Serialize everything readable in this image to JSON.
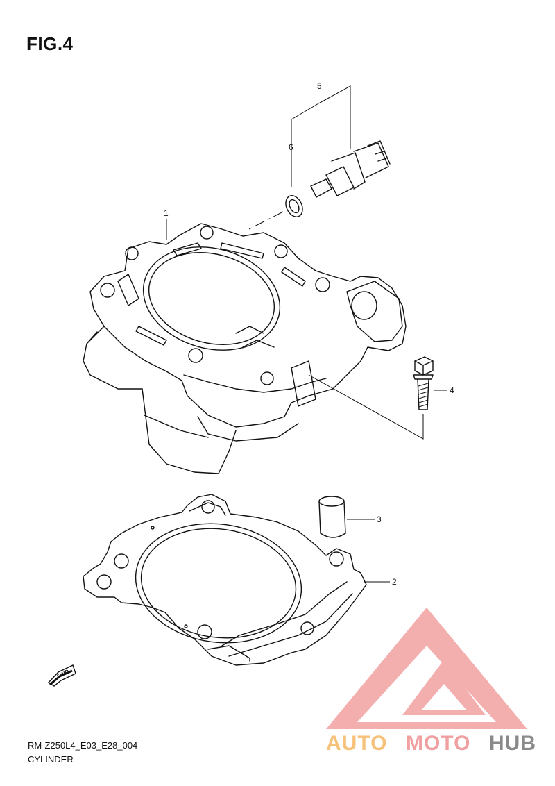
{
  "figure": {
    "title": "FIG.4"
  },
  "callouts": [
    {
      "id": "1",
      "label": "1"
    },
    {
      "id": "2",
      "label": "2"
    },
    {
      "id": "3",
      "label": "3"
    },
    {
      "id": "4",
      "label": "4"
    },
    {
      "id": "5",
      "label": "5"
    },
    {
      "id": "6",
      "label": "6"
    }
  ],
  "footer": {
    "code": "RM-Z250L4_E03_E28_004",
    "name": "CYLINDER"
  },
  "fwd_label": "FWD",
  "watermark": {
    "brand_part1": "AUTO",
    "brand_part2": "MOTO",
    "brand_part3": "HUB",
    "colors": {
      "triangle": "#f2a0a0",
      "part1": "#f6c27a",
      "part2": "#f0a0a0",
      "part3": "#8a8a8a"
    }
  }
}
